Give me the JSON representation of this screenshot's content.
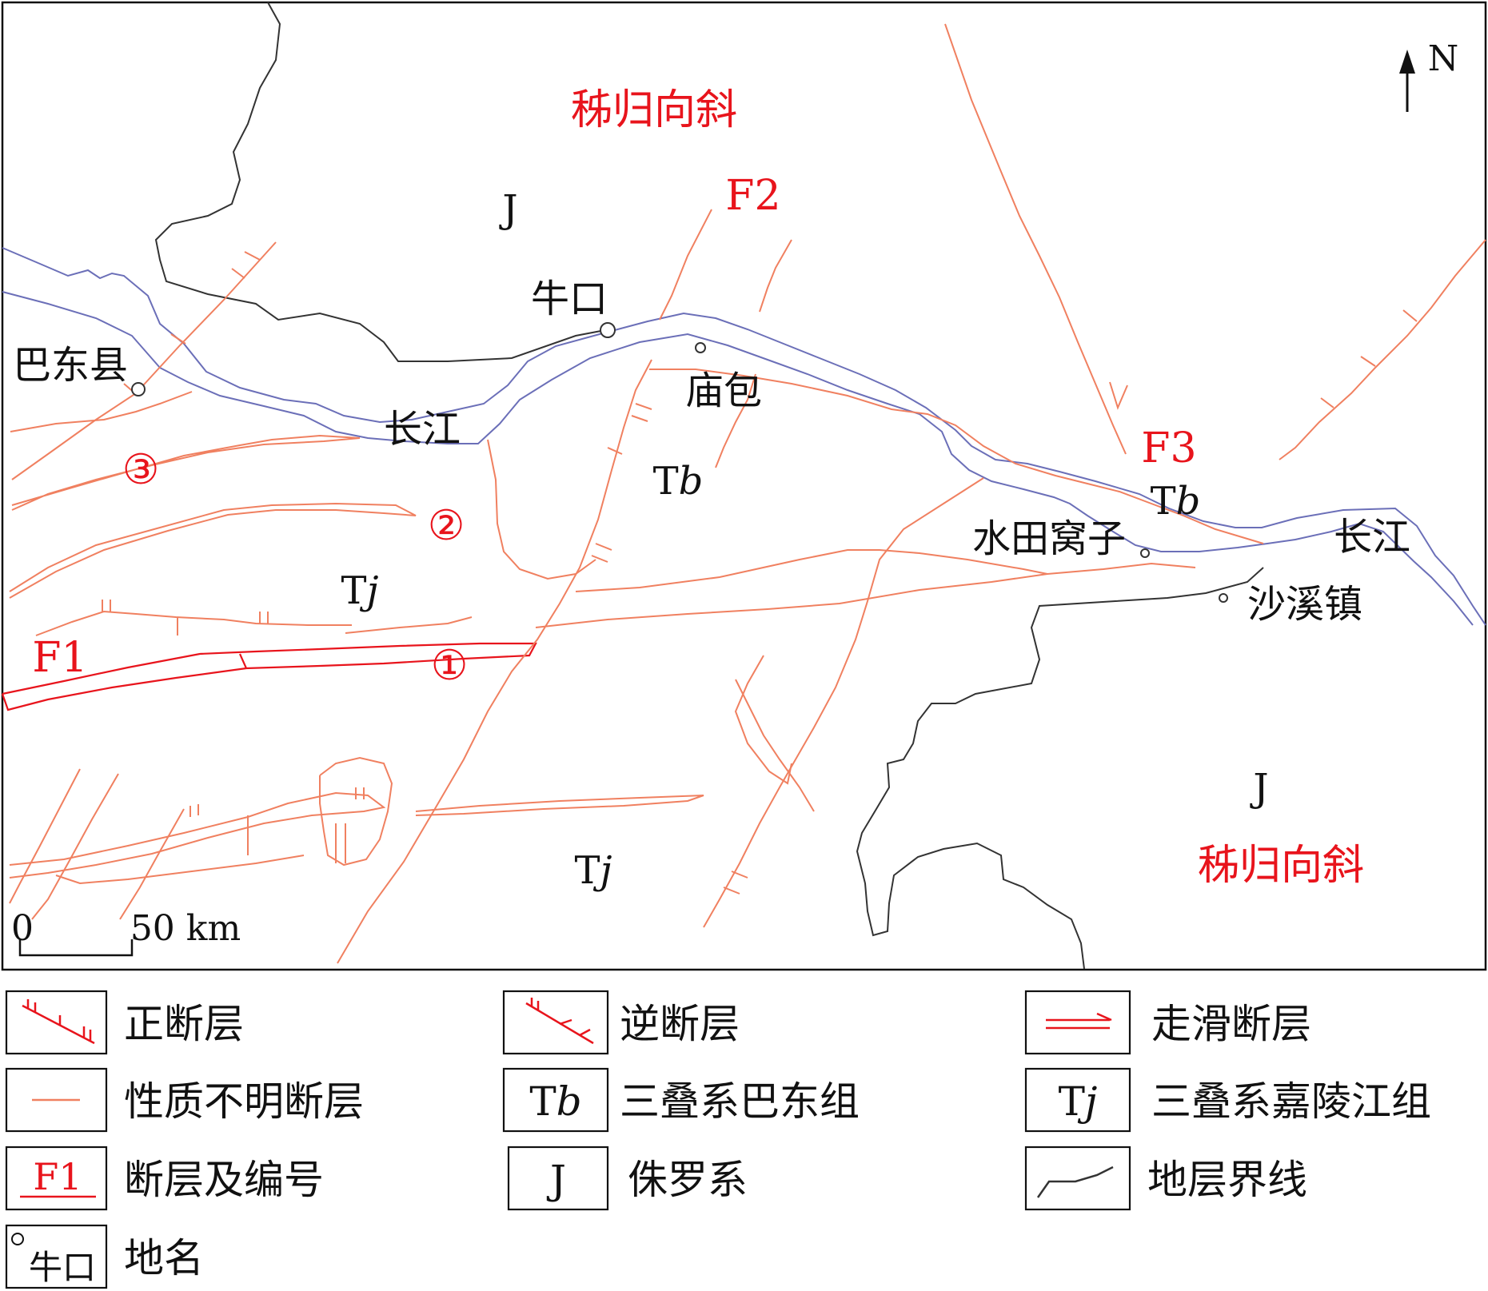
{
  "labels": {
    "syncline_north": "秭归向斜",
    "syncline_south": "秭归向斜",
    "jurassic_north": "J",
    "jurassic_south": "J",
    "fault_f1": "F1",
    "fault_f2": "F2",
    "fault_f3": "F3",
    "fault_no_1": "①",
    "fault_no_2": "②",
    "fault_no_3": "③",
    "badong_tb_1_main": "T",
    "badong_tb_1_italic": "b",
    "badong_tb_2_main": "T",
    "badong_tb_2_italic": "b",
    "jialingjiang_tj_1_main": "T",
    "jialingjiang_tj_1_italic": "j",
    "jialingjiang_tj_2_main": "T",
    "jialingjiang_tj_2_italic": "j",
    "north_arrow": "N",
    "scale_zero": "0",
    "scale_end": "50 km"
  },
  "places": {
    "niukou": "牛口",
    "badong": "巴东县",
    "miaobao": "庙包",
    "shuitianwozi": "水田窝子",
    "shaxizhen": "沙溪镇",
    "changjiang_west": "长江",
    "changjiang_east": "长江"
  },
  "legend": {
    "normal_fault": "正断层",
    "reverse_fault": "逆断层",
    "strike_slip_fault": "走滑断层",
    "unknown_fault": "性质不明断层",
    "tb_symbol_main": "T",
    "tb_symbol_italic": "b",
    "tb_name": "三叠系巴东组",
    "tj_symbol_main": "T",
    "tj_symbol_italic": "j",
    "tj_name": "三叠系嘉陵江组",
    "fault_number_symbol": "F1",
    "fault_number_name": "断层及编号",
    "jurassic_symbol": "J",
    "jurassic_name": "侏罗系",
    "strata_boundary": "地层界线",
    "place_symbol": "牛口",
    "place_name": "地名"
  },
  "colors": {
    "fault": "#f08060",
    "fault_highlight": "#e8141c",
    "river": "#6b6fb8",
    "strata_boundary": "#333333",
    "label_red": "#e8141c"
  }
}
